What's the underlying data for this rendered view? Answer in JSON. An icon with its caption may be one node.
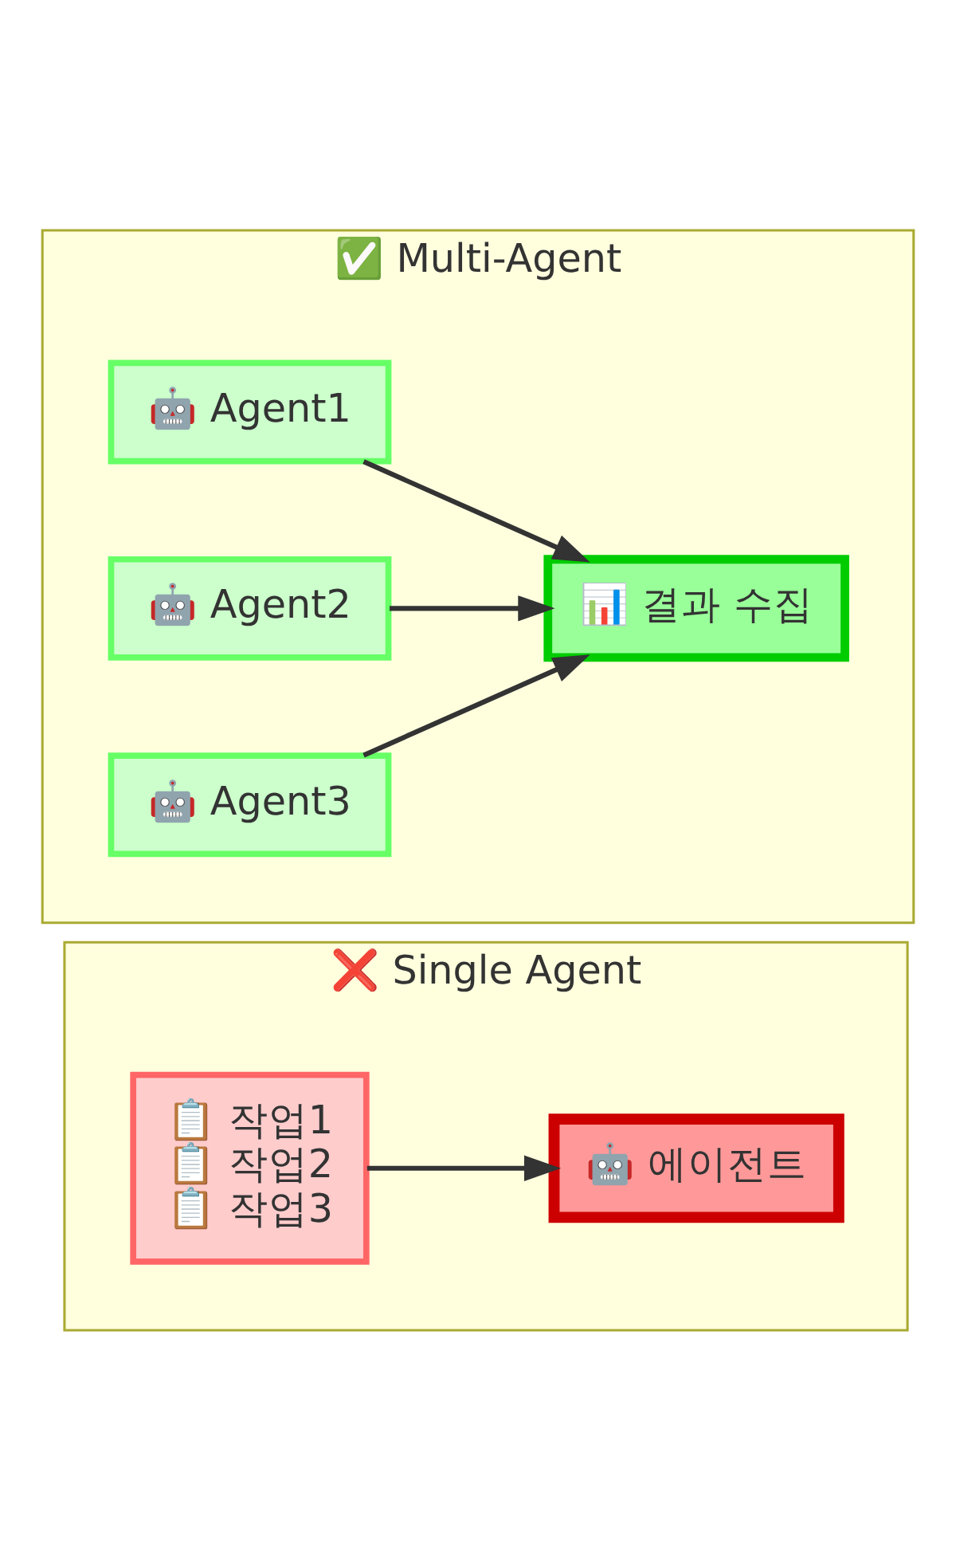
{
  "diagram": {
    "nodes": [
      {
        "text": [
          "✅ Multi-Agent"
        ]
      },
      {
        "text": [
          "🤖 Agent1"
        ],
        "in": 0
      },
      {
        "text": [
          "🤖 Agent2"
        ],
        "in": 0
      },
      {
        "text": [
          "🤖 Agent3"
        ],
        "in": 0
      },
      {
        "text": [
          "📊 결과 수집"
        ],
        "in": 0
      },
      {
        "text": [
          "❌ Single Agent"
        ]
      },
      {
        "text": [
          "📋 작업1",
          "📋 작업2",
          "📋 작업3"
        ],
        "in": 5
      },
      {
        "text": [
          "🤖 에이전트"
        ],
        "in": 5
      }
    ],
    "edges": [
      {
        "from": 1,
        "to": 4,
        "arrow": "to"
      },
      {
        "from": 2,
        "to": 4,
        "arrow": "to"
      },
      {
        "from": 3,
        "to": 4,
        "arrow": "to"
      },
      {
        "from": 6,
        "to": 7,
        "arrow": "to"
      }
    ]
  }
}
